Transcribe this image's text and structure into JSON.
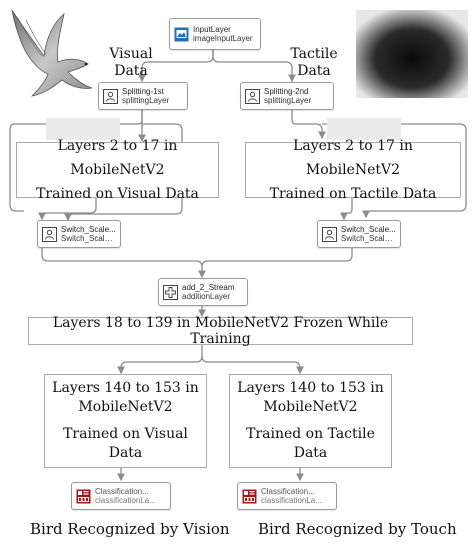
{
  "side_labels": {
    "visual_line1": "Visual",
    "visual_line2": "Data",
    "tactile_line1": "Tactile",
    "tactile_line2": "Data"
  },
  "layers": {
    "input": {
      "name": "InputLayer",
      "type": "imageInputLayer",
      "icon": "image-input-icon"
    },
    "split_1": {
      "name": "Splitting-1st",
      "type": "splittingLayer",
      "icon": "person-icon"
    },
    "split_2": {
      "name": "Splitting-2nd",
      "type": "splittingLayer",
      "icon": "person-icon"
    },
    "switch_1": {
      "name": "Switch_Scale...",
      "type": "Switch_Scale_...",
      "icon": "person-icon"
    },
    "switch_2": {
      "name": "Switch_Scale...",
      "type": "Switch_Scale_...",
      "icon": "person-icon"
    },
    "add": {
      "name": "add_2_Stream",
      "type": "additionLayer",
      "icon": "plus-icon"
    },
    "class_1": {
      "name": "Classification...",
      "type": "classificationLa...",
      "icon": "classification-icon"
    },
    "class_2": {
      "name": "Classification...",
      "type": "classificationLa...",
      "icon": "classification-icon"
    }
  },
  "blocks": {
    "visual_early": {
      "line1": "Layers 2 to 17 in MobileNetV2",
      "line2": "Trained on Visual Data"
    },
    "tactile_early": {
      "line1": "Layers 2 to 17 in MobileNetV2",
      "line2": "Trained on Tactile Data"
    },
    "frozen": {
      "line1": "Layers 18 to 139 in MobileNetV2 Frozen While Training"
    },
    "visual_late": {
      "line1": "Layers 140 to 153 in",
      "line2": "MobileNetV2",
      "line3": "Trained on Visual",
      "line4": "Data"
    },
    "tactile_late": {
      "line1": "Layers 140 to 153 in",
      "line2": "MobileNetV2",
      "line3": "Trained on Tactile",
      "line4": "Data"
    }
  },
  "outputs": {
    "vision": "Bird Recognized by Vision",
    "touch": "Bird Recognized by Touch"
  },
  "colors": {
    "wire": "#8c8c8c",
    "input_icon": "#1f6fb8",
    "class_icon": "#a01818"
  }
}
